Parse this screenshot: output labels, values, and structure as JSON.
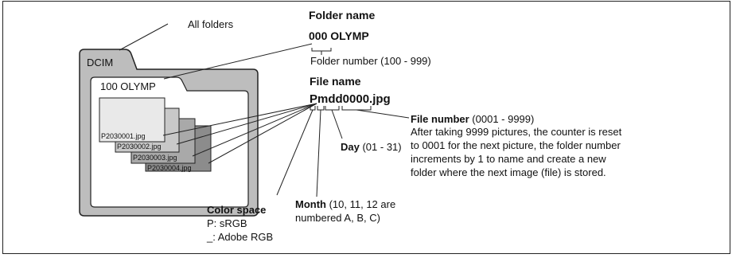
{
  "folders": {
    "all_folders_label": "All folders",
    "dcim_label": "DCIM",
    "subfolder_label": "100 OLYMP"
  },
  "files": [
    "P2030001.jpg",
    "P2030002.jpg",
    "P2030003.jpg",
    "P2030004.jpg"
  ],
  "folder_name": {
    "heading": "Folder name",
    "example": "000 OLYMP",
    "number_note": "Folder number (100 - 999)"
  },
  "file_name": {
    "heading": "File name",
    "example": "Pmdd0000.jpg"
  },
  "file_number": {
    "heading": "File number",
    "range": " (0001 - 9999)",
    "description": [
      "After taking 9999 pictures, the counter is reset",
      "to 0001 for the next picture, the folder number",
      "increments by 1 to name and create a new",
      "folder where the next image (file) is stored."
    ]
  },
  "day": {
    "heading": "Day",
    "range": " (01 - 31)"
  },
  "month": {
    "heading": "Month",
    "range_line1": " (10, 11, 12 are",
    "range_line2": "numbered A, B, C)"
  },
  "color_space": {
    "heading": "Color space",
    "options": [
      "P: sRGB",
      "_: Adobe RGB"
    ]
  },
  "colors": {
    "folder_fill": "#bdbdbd",
    "inner_folder_fill": "#ffffff",
    "line": "#222222"
  }
}
